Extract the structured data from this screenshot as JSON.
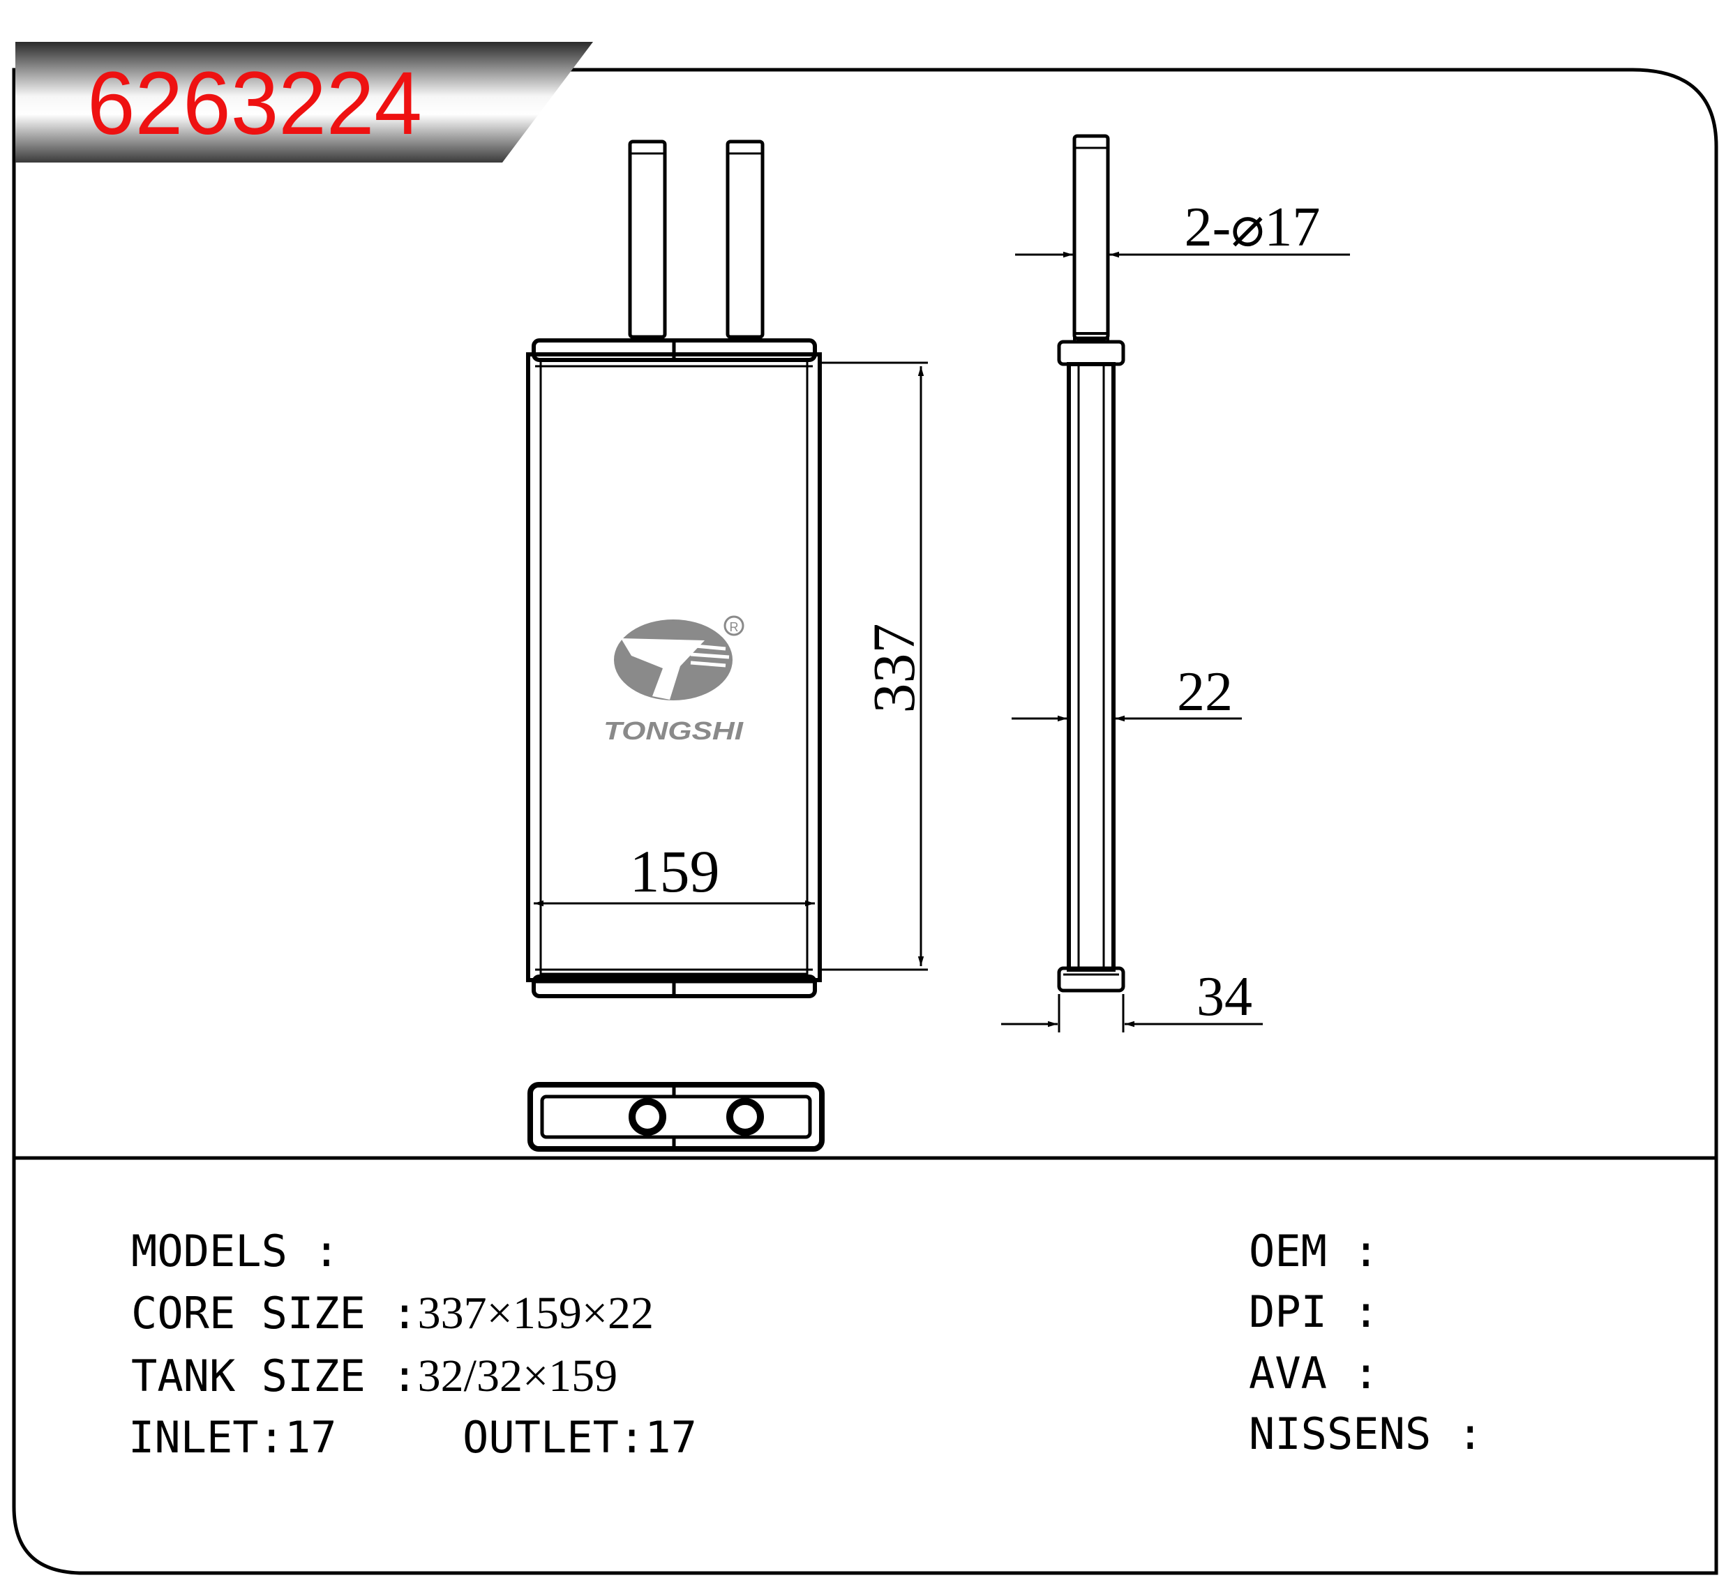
{
  "part_number": "6263224",
  "brand": {
    "name": "TONGSHI",
    "registered_mark": "R",
    "logo_icon": "tongshi-logo-icon"
  },
  "dimensions": {
    "height": "337",
    "width": "159",
    "pipe": "2-⌀17",
    "core_thickness": "22",
    "tank_thickness": "34"
  },
  "specs": {
    "models_label": "MODELS :",
    "core_size_label": "CORE SIZE :",
    "core_size_value": "337×159×22",
    "tank_size_label": "TANK SIZE :",
    "tank_size_value": "32/32×159",
    "inlet_label": "INLET:17",
    "outlet_label": "OUTLET:17"
  },
  "references": {
    "oem_label": "OEM :",
    "dpi_label": "DPI :",
    "ava_label": "AVA :",
    "nissens_label": "NISSENS :"
  },
  "colors": {
    "part_number": "#ee1111",
    "line": "#000000",
    "logo": "#8a8a8a"
  }
}
